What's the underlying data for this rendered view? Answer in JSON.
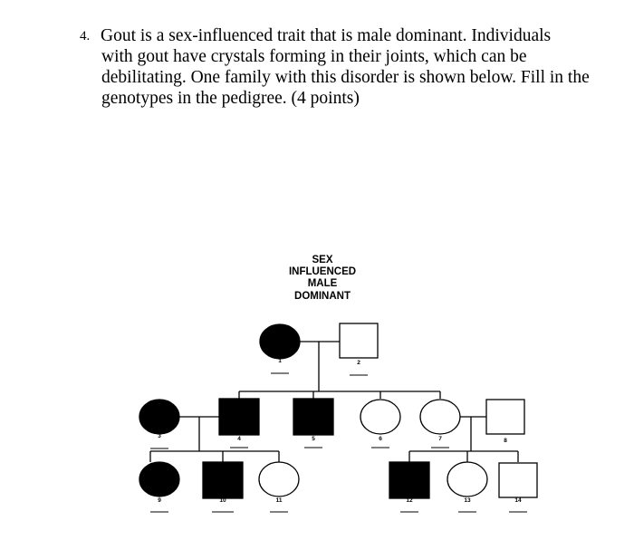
{
  "question": {
    "number": "4.",
    "text_line1": "Gout is a sex-influenced trait that is male dominant. Individuals",
    "text_rest": "with gout have crystals forming in their joints, which can be debilitating. One family with this disorder is shown below. Fill in the genotypes in the pedigree. (4 points)"
  },
  "pedigree": {
    "caption": [
      "SEX",
      "INFLUENCED",
      "MALE",
      "DOMINANT"
    ],
    "individuals": [
      {
        "id": "1",
        "sex": "female",
        "affected": true
      },
      {
        "id": "2",
        "sex": "male",
        "affected": false
      },
      {
        "id": "3",
        "sex": "female",
        "affected": true
      },
      {
        "id": "4",
        "sex": "male",
        "affected": true
      },
      {
        "id": "5",
        "sex": "male",
        "affected": true
      },
      {
        "id": "6",
        "sex": "female",
        "affected": false
      },
      {
        "id": "7",
        "sex": "female",
        "affected": false
      },
      {
        "id": "8",
        "sex": "male",
        "affected": false
      },
      {
        "id": "9",
        "sex": "female",
        "affected": true
      },
      {
        "id": "10",
        "sex": "male",
        "affected": true
      },
      {
        "id": "11",
        "sex": "female",
        "affected": false
      },
      {
        "id": "12",
        "sex": "male",
        "affected": true
      },
      {
        "id": "13",
        "sex": "female",
        "affected": false
      },
      {
        "id": "14",
        "sex": "male",
        "affected": false
      }
    ]
  }
}
